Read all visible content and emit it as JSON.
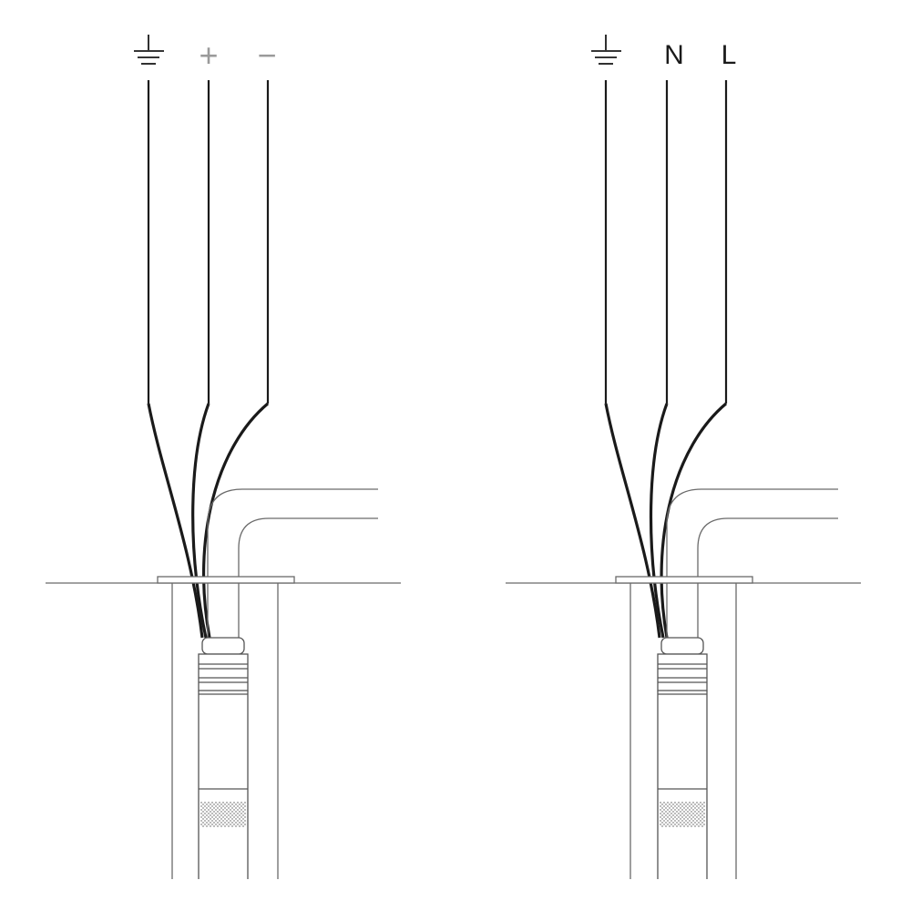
{
  "diagrams": [
    {
      "id": "dc",
      "terminals": [
        {
          "type": "ground",
          "icon": "ground-icon",
          "label": "",
          "tone": "dark"
        },
        {
          "type": "text",
          "label": "+",
          "tone": "grey"
        },
        {
          "type": "text",
          "label": "−",
          "tone": "grey"
        }
      ]
    },
    {
      "id": "ac",
      "terminals": [
        {
          "type": "ground",
          "icon": "ground-icon",
          "label": "",
          "tone": "dark"
        },
        {
          "type": "text",
          "label": "N",
          "tone": "dark"
        },
        {
          "type": "text",
          "label": "L",
          "tone": "dark"
        }
      ]
    }
  ],
  "colors": {
    "line": "#6a6a6a",
    "wire": "#1a1a1a",
    "label_dark": "#1a1a1a",
    "label_grey": "#9a9a9a",
    "background": "#ffffff"
  }
}
